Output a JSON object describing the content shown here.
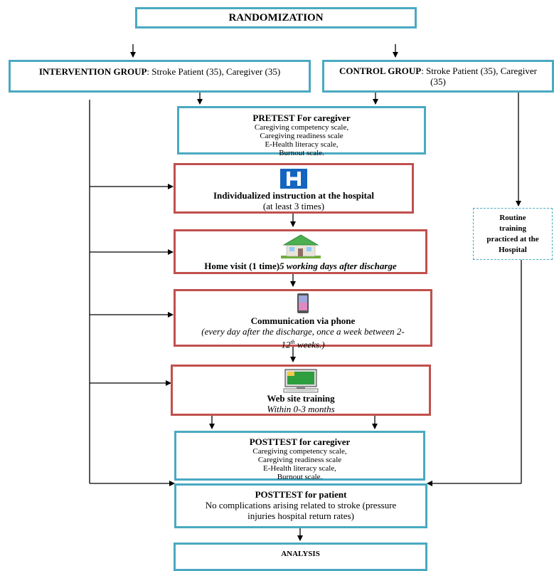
{
  "randomization": "RANDOMIZATION",
  "intervention": {
    "heading": "INTERVENTION GROUP",
    "rest": ": Stroke Patient (35), Caregiver (35)"
  },
  "control": {
    "heading": "CONTROL GROUP",
    "rest": ": Stroke Patient (35), Caregiver (35)"
  },
  "pretest": {
    "title": "PRETEST For caregiver",
    "lines": [
      "Caregiving competency scale,",
      "Caregiving readiness scale",
      "E-Health literacy scale,",
      "Burnout scale."
    ]
  },
  "hospital": {
    "icon": "hospital-h-icon",
    "title": "Individualized instruction at the hospital",
    "sub": "(at least 3 times)"
  },
  "home": {
    "icon": "house-icon",
    "title": "Home visit (1 time)",
    "italic": "5 working days after discharge"
  },
  "phone": {
    "icon": "phone-icon",
    "title": "Communication via phone",
    "sub_a": "(every day after the discharge, once a week between 2-",
    "sub_b": "12",
    "sup": "th",
    "sub_c": " weeks.)"
  },
  "web": {
    "icon": "computer-icon",
    "title": "Web site training",
    "sub": "Within 0-3 months"
  },
  "routine": {
    "lines": [
      "Routine",
      "training",
      "practiced at the",
      "Hospital"
    ]
  },
  "posttest_caregiver": {
    "title": "POSTTEST for caregiver",
    "lines": [
      "Caregiving competency scale,",
      "Caregiving readiness scale",
      "E-Health literacy scale,",
      "Burnout scale."
    ]
  },
  "posttest_patient": {
    "title": "POSTTEST for patient",
    "lines": [
      "No complications arising related to stroke (pressure",
      "injuries hospital return rates)"
    ]
  },
  "analysis": "ANALYSIS",
  "colors": {
    "blue_border": "#4aa9c2",
    "red_border": "#c0504d"
  }
}
